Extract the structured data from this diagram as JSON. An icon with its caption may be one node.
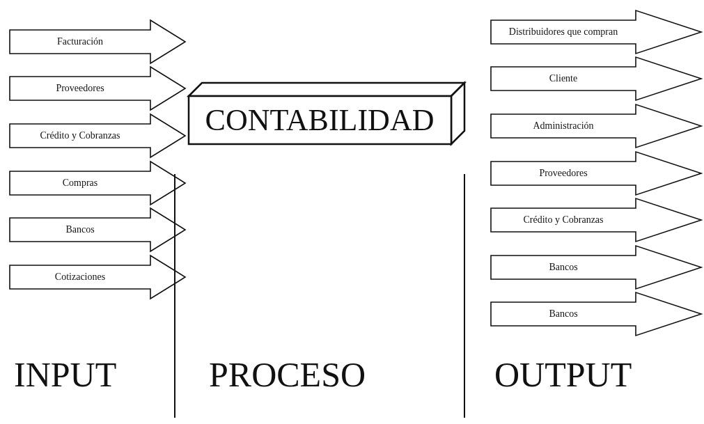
{
  "diagram": {
    "nodes": [
      {
        "text": [
          "Facturación"
        ]
      },
      {
        "text": [
          "Proveedores"
        ]
      },
      {
        "text": [
          "Crédito y Cobranzas"
        ]
      },
      {
        "text": [
          "Compras"
        ]
      },
      {
        "text": [
          "Bancos"
        ]
      },
      {
        "text": [
          "Cotizaciones"
        ]
      },
      {
        "text": [
          "CONTABILIDAD"
        ]
      },
      {
        "text": [
          "Distribuidores que compran"
        ]
      },
      {
        "text": [
          "Cliente"
        ]
      },
      {
        "text": [
          "Administración"
        ]
      },
      {
        "text": [
          "Proveedores"
        ]
      },
      {
        "text": [
          "Crédito y Cobranzas"
        ]
      },
      {
        "text": [
          "Bancos"
        ]
      },
      {
        "text": [
          "Bancos"
        ]
      }
    ],
    "labels": [
      "INPUT",
      "PROCESO",
      "OUTPUT"
    ]
  }
}
